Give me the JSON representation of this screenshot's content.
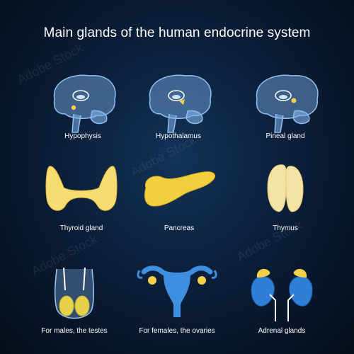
{
  "title": "Main glands of the human endocrine system",
  "glands": [
    {
      "label": "Hypophysis",
      "icon": "brain-hypophysis-icon"
    },
    {
      "label": "Hypothalamus",
      "icon": "brain-hypothalamus-icon"
    },
    {
      "label": "Pineal gland",
      "icon": "brain-pineal-icon"
    },
    {
      "label": "Thyroid gland",
      "icon": "thyroid-icon"
    },
    {
      "label": "Pancreas",
      "icon": "pancreas-icon"
    },
    {
      "label": "Thymus",
      "icon": "thymus-icon"
    },
    {
      "label": "For males, the testes",
      "icon": "testes-icon"
    },
    {
      "label": "For females, the ovaries",
      "icon": "ovaries-icon"
    },
    {
      "label": "Adrenal glands",
      "icon": "adrenal-kidneys-icon"
    }
  ],
  "colors": {
    "background": "#0b1f3a",
    "gland_yellow": "#f5d04a",
    "organ_blue": "#3f8fe0",
    "brain_blue": "#7fb2ea"
  },
  "watermark": "Adobe Stock",
  "stock_id": "#650265717"
}
